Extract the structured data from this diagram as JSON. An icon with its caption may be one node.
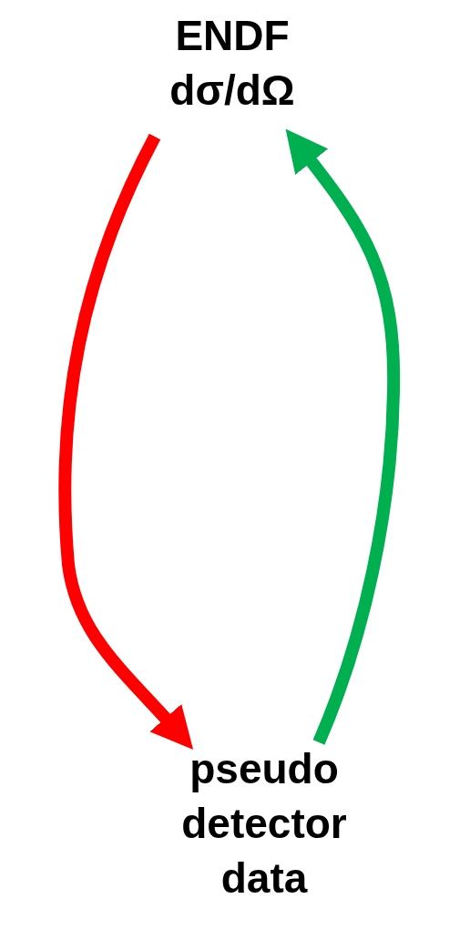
{
  "diagram": {
    "nodes": [
      {
        "text": [
          "ENDF",
          "dσ/dΩ"
        ]
      },
      {
        "text": [
          "pseudo detector data"
        ]
      }
    ],
    "edges": [
      {
        "from": 0,
        "to": 1,
        "arrow": "to",
        "color": "#ff0000"
      },
      {
        "from": 1,
        "to": 0,
        "arrow": "to",
        "color": "#00b050"
      }
    ]
  }
}
